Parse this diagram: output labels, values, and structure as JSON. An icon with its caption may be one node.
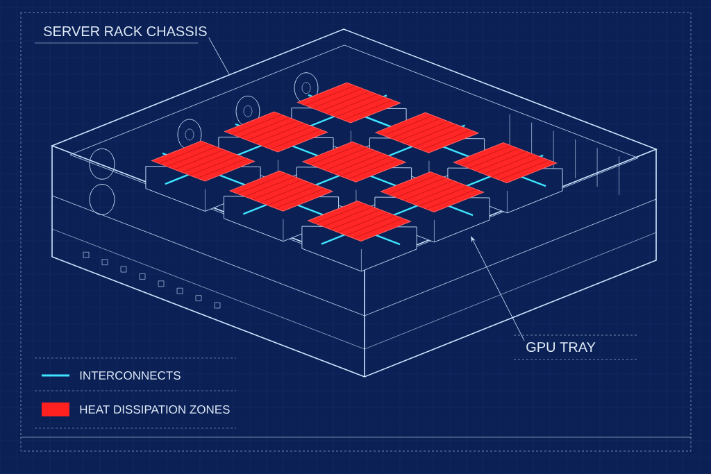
{
  "diagram": {
    "nodes": [
      {
        "text": [
          "SERVER RACK CHASSIS"
        ]
      },
      {
        "text": [
          "GPU TRAY"
        ]
      }
    ],
    "edges": [
      {
        "from": 0,
        "to": null,
        "arrow": "none"
      },
      {
        "from": 1,
        "to": null,
        "arrow": "to"
      }
    ],
    "legend": [
      {
        "text": "INTERCONNECTS"
      },
      {
        "text": "HEAT DISSIPATION ZONES",
        "color": "#ff2020"
      }
    ]
  }
}
